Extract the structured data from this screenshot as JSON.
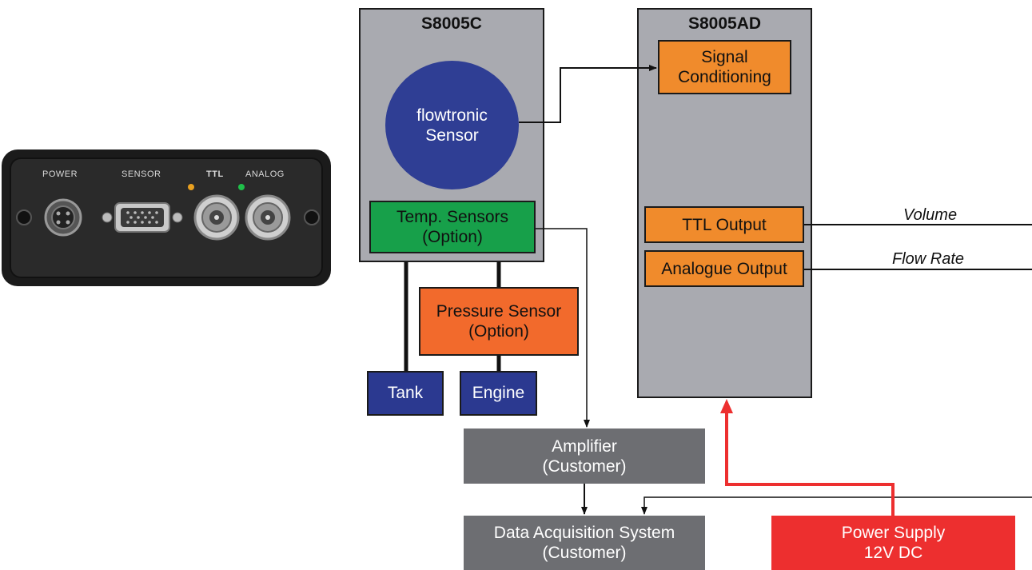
{
  "device": {
    "labels": {
      "power": "POWER",
      "sensor": "SENSOR",
      "ttl": "TTL",
      "analog": "ANALOG"
    }
  },
  "diagram": {
    "s8005c": {
      "title": "S8005C",
      "flowtronic_line1": "flowtronic",
      "flowtronic_line2": "Sensor",
      "temp_line1": "Temp. Sensors",
      "temp_line2": "(Option)"
    },
    "s8005ad": {
      "title": "S8005AD",
      "signal_line1": "Signal",
      "signal_line2": "Conditioning",
      "ttl_output": "TTL Output",
      "analogue_output": "Analogue Output"
    },
    "pressure": {
      "line1": "Pressure Sensor",
      "line2": "(Option)"
    },
    "tank": "Tank",
    "engine": "Engine",
    "amplifier": {
      "line1": "Amplifier",
      "line2": "(Customer)"
    },
    "daq": {
      "line1": "Data Acquisition System",
      "line2": "(Customer)"
    },
    "power_supply": {
      "line1": "Power Supply",
      "line2": "12V DC"
    },
    "signals": {
      "volume": "Volume",
      "flow_rate": "Flow Rate"
    },
    "colors": {
      "grey_block": "#a9aab0",
      "orange_block": "#f08b2c",
      "green_block": "#17a04a",
      "navy_block": "#2b3990",
      "dark_block": "#6d6e72",
      "red_block": "#ed2f2f",
      "power_line": "#ed2f2f"
    }
  }
}
